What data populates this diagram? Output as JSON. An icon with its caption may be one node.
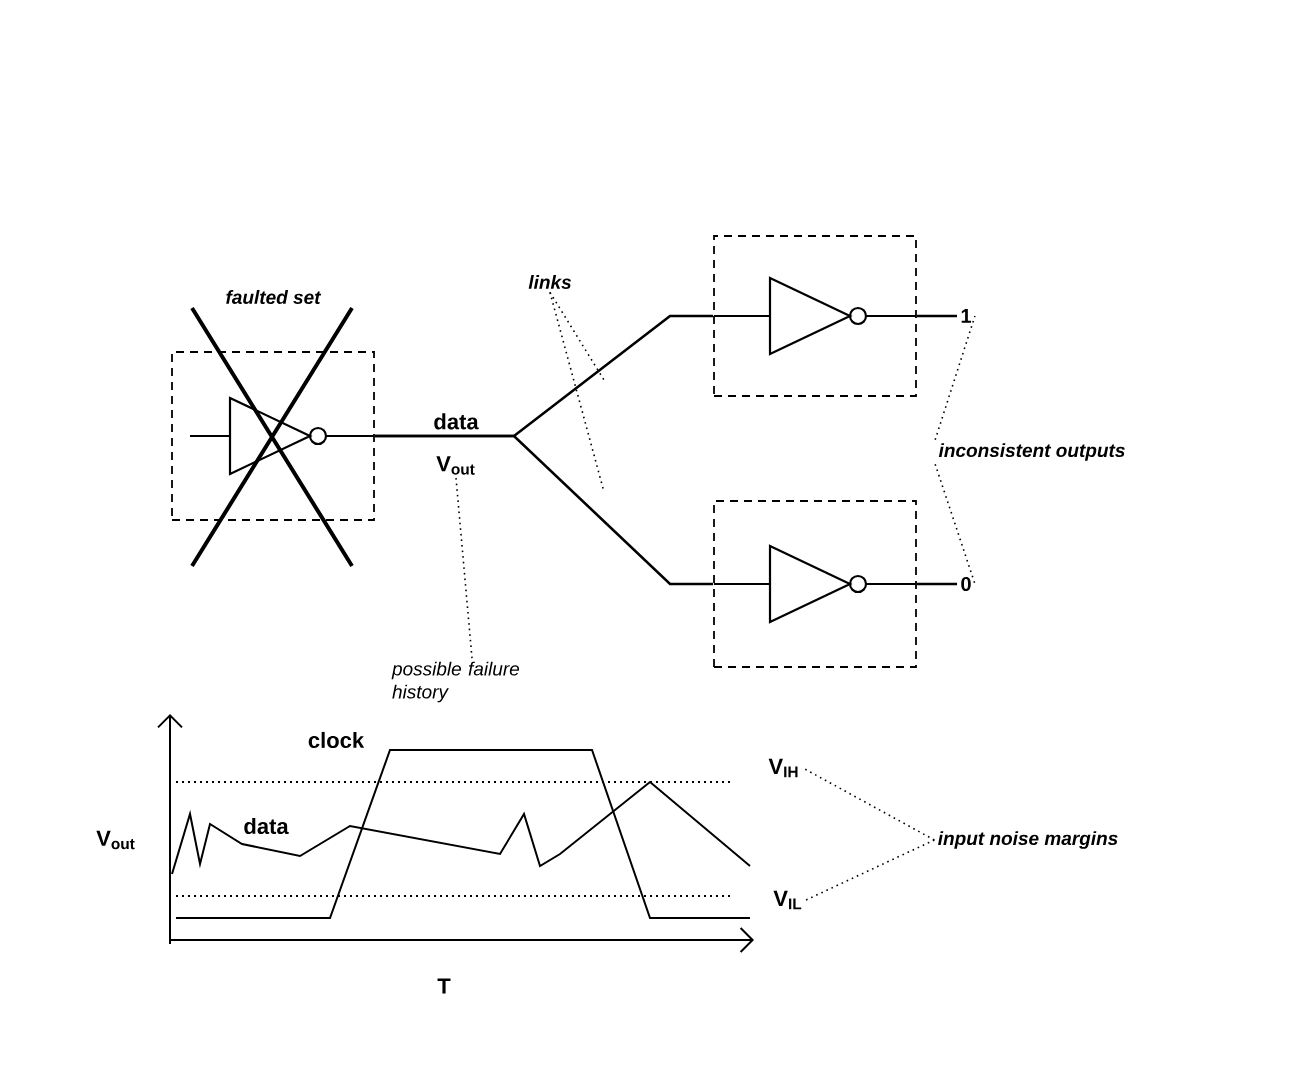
{
  "diagram": {
    "nodes": [
      {
        "text": [
          "faulted set"
        ]
      },
      {
        "text": [],
        "shape": "box"
      },
      {
        "text": [],
        "shape": "box"
      },
      {
        "text": [
          "links"
        ]
      },
      {
        "text": [
          "1"
        ]
      },
      {
        "text": [
          "0"
        ]
      },
      {
        "text": [
          "inconsistent outputs"
        ]
      },
      {
        "text": [
          "data",
          "V$_{out}$"
        ]
      },
      {
        "text": [
          "possible failure history"
        ]
      },
      {
        "text": [
          "V$_{IH}$"
        ]
      },
      {
        "text": [
          "V$_{IL}$"
        ]
      },
      {
        "text": [
          "input noise margins"
        ]
      }
    ],
    "edges": [
      {
        "from": 0,
        "to": 1,
        "arrow": "none"
      },
      {
        "from": 0,
        "to": 2,
        "arrow": "none"
      },
      {
        "from": 1,
        "to": 4,
        "arrow": "none"
      },
      {
        "from": 2,
        "to": 5,
        "arrow": "none"
      },
      {
        "from": 3,
        "to": null,
        "arrow": "none",
        "style": "dashed"
      },
      {
        "from": 3,
        "to": null,
        "arrow": "none",
        "style": "dashed"
      },
      {
        "from": 6,
        "to": 4,
        "arrow": "none",
        "style": "dashed"
      },
      {
        "from": 6,
        "to": 5,
        "arrow": "none",
        "style": "dashed"
      },
      {
        "from": 7,
        "to": 8,
        "arrow": "none",
        "style": "dashed"
      },
      {
        "from": 11,
        "to": 9,
        "arrow": "none",
        "style": "dashed"
      },
      {
        "from": 11,
        "to": 10,
        "arrow": "none",
        "style": "dashed"
      }
    ],
    "labels": [
      "clock",
      "data",
      "V$_{out}$",
      "T"
    ]
  }
}
